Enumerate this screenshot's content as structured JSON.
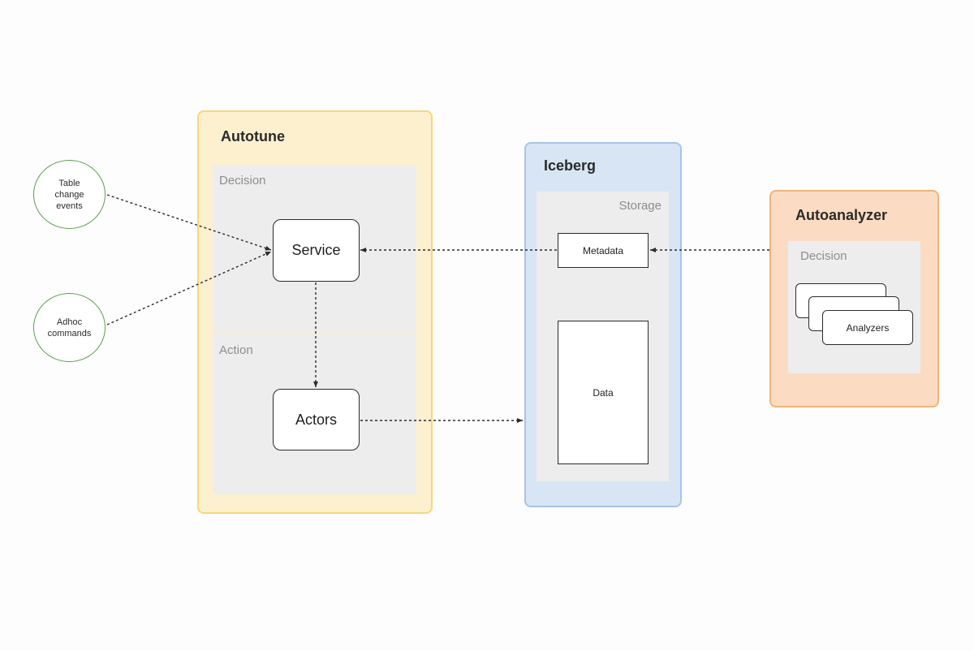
{
  "panels": {
    "autotune": {
      "title": "Autotune",
      "zones": {
        "decision": "Decision",
        "action": "Action"
      },
      "nodes": {
        "service": "Service",
        "actors": "Actors"
      }
    },
    "iceberg": {
      "title": "Iceberg",
      "zones": {
        "storage": "Storage"
      },
      "nodes": {
        "metadata": "Metadata",
        "data": "Data"
      }
    },
    "autoanalyzer": {
      "title": "Autoanalyzer",
      "zones": {
        "decision": "Decision"
      },
      "nodes": {
        "analyzers": "Analyzers"
      }
    }
  },
  "inputs": {
    "table_change_events": "Table\nchange\nevents",
    "adhoc_commands": "Adhoc\ncommands"
  },
  "colors": {
    "autotune_fill": "#fdf0cf",
    "autotune_border": "#f7d77a",
    "iceberg_fill": "#d8e5f5",
    "iceberg_border": "#a7c4e8",
    "autoanalyzer_fill": "#fbdcc2",
    "autoanalyzer_border": "#f3b27c",
    "input_circle_border": "#5a9e4c"
  }
}
